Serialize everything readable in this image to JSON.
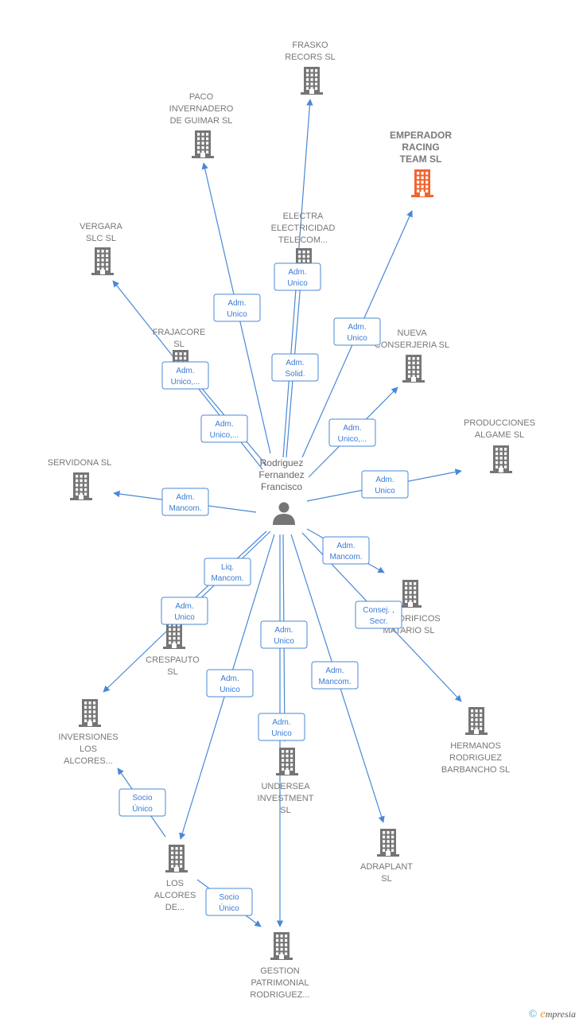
{
  "center": {
    "name_lines": [
      "Rodriguez",
      "Fernandez",
      "Francisco"
    ]
  },
  "colors": {
    "edge": "#4a88d6",
    "building": "#757575",
    "highlight": "#f26530"
  },
  "companies": [
    {
      "id": "frasko",
      "lines": [
        "FRASKO",
        "RECORS SL"
      ],
      "highlight": false
    },
    {
      "id": "paco",
      "lines": [
        "PACO",
        "INVERNADERO",
        "DE GUIMAR  SL"
      ],
      "highlight": false
    },
    {
      "id": "emperador",
      "lines": [
        "EMPERADOR",
        "RACING",
        "TEAM  SL"
      ],
      "highlight": true
    },
    {
      "id": "electra",
      "lines": [
        "ELECTRA",
        "ELECTRICIDAD",
        "TELECOM..."
      ],
      "highlight": false
    },
    {
      "id": "vergara",
      "lines": [
        "VERGARA",
        "SLC  SL"
      ],
      "highlight": false
    },
    {
      "id": "frajacore",
      "lines": [
        "FRAJACORE",
        "SL"
      ],
      "highlight": false
    },
    {
      "id": "nueva",
      "lines": [
        "NUEVA",
        "CONSERJERIA SL"
      ],
      "highlight": false
    },
    {
      "id": "producciones",
      "lines": [
        "PRODUCCIONES",
        "ALGAME SL"
      ],
      "highlight": false
    },
    {
      "id": "servidona",
      "lines": [
        "SERVIDONA SL"
      ],
      "highlight": false
    },
    {
      "id": "frigorificos",
      "lines": [
        "FRIGORIFICOS",
        "MATARIO  SL"
      ],
      "highlight": false
    },
    {
      "id": "crespauto",
      "lines": [
        "CRESPAUTO",
        "SL"
      ],
      "highlight": false
    },
    {
      "id": "inversiones",
      "lines": [
        "INVERSIONES",
        "LOS",
        "ALCORES..."
      ],
      "highlight": false
    },
    {
      "id": "hermanos",
      "lines": [
        "HERMANOS",
        "RODRIGUEZ",
        "BARBANCHO SL"
      ],
      "highlight": false
    },
    {
      "id": "undersea",
      "lines": [
        "UNDERSEA",
        "INVESTMENT",
        "SL"
      ],
      "highlight": false
    },
    {
      "id": "adraplant",
      "lines": [
        "ADRAPLANT",
        "SL"
      ],
      "highlight": false
    },
    {
      "id": "losalcores",
      "lines": [
        "LOS",
        "ALCORES",
        "DE..."
      ],
      "highlight": false
    },
    {
      "id": "gestion",
      "lines": [
        "GESTION",
        "PATRIMONIAL",
        "RODRIGUEZ..."
      ],
      "highlight": false
    }
  ],
  "edges": [
    {
      "id": "e-paco",
      "label": [
        "Adm.",
        "Unico"
      ]
    },
    {
      "id": "e-electra",
      "label": [
        "Adm.",
        "Unico"
      ]
    },
    {
      "id": "e-frasko",
      "label": [
        "Adm.",
        "Solid."
      ]
    },
    {
      "id": "e-emperador",
      "label": [
        "Adm.",
        "Unico"
      ]
    },
    {
      "id": "e-vergara",
      "label": [
        "Adm.",
        "Unico,..."
      ]
    },
    {
      "id": "e-frajacore",
      "label": [
        "Adm.",
        "Unico,..."
      ]
    },
    {
      "id": "e-nueva",
      "label": [
        "Adm.",
        "Unico,..."
      ]
    },
    {
      "id": "e-producciones",
      "label": [
        "Adm.",
        "Unico"
      ]
    },
    {
      "id": "e-servidona",
      "label": [
        "Adm.",
        "Mancom."
      ]
    },
    {
      "id": "e-frigorificos",
      "label": [
        "Adm.",
        "Mancom."
      ]
    },
    {
      "id": "e-crespauto",
      "label": [
        "Liq.",
        "Mancom."
      ]
    },
    {
      "id": "e-inversiones",
      "label": [
        "Adm.",
        "Unico"
      ]
    },
    {
      "id": "e-hermanos",
      "label": [
        "Consej. ,",
        "Secr."
      ]
    },
    {
      "id": "e-undersea",
      "label": [
        "Adm.",
        "Unico"
      ]
    },
    {
      "id": "e-gestion",
      "label": [
        "Adm.",
        "Unico"
      ]
    },
    {
      "id": "e-losalcores",
      "label": [
        "Adm.",
        "Unico"
      ]
    },
    {
      "id": "e-adraplant",
      "label": [
        "Adm.",
        "Mancom."
      ]
    },
    {
      "id": "e-la-inv",
      "label": [
        "Socio",
        "Único"
      ]
    },
    {
      "id": "e-la-ges",
      "label": [
        "Socio",
        "Único"
      ]
    }
  ],
  "footer": {
    "copyright": "©",
    "brand_initial": "e",
    "brand_rest": "mpresia"
  }
}
